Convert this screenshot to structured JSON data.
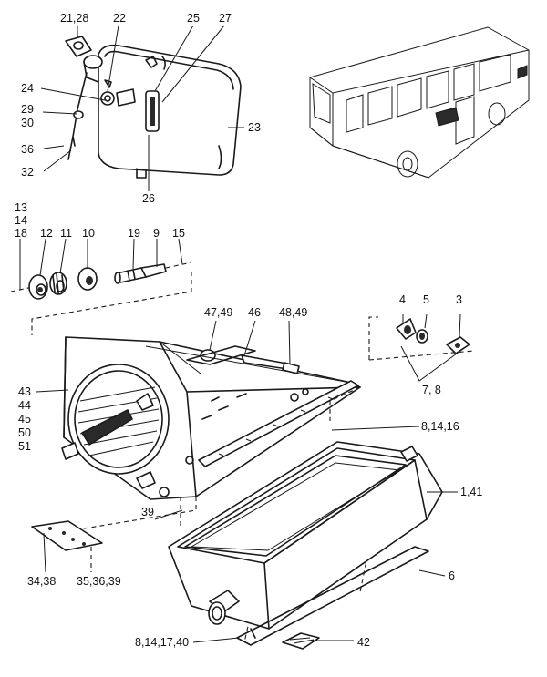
{
  "labels": {
    "l_21_28": "21,28",
    "l_22": "22",
    "l_25": "25",
    "l_27": "27",
    "l_24": "24",
    "l_29": "29",
    "l_30": "30",
    "l_23": "23",
    "l_36": "36",
    "l_32": "32",
    "l_26": "26",
    "l_13": "13",
    "l_14": "14",
    "l_18": "18",
    "l_12": "12",
    "l_11": "11",
    "l_10": "10",
    "l_19": "19",
    "l_9": "9",
    "l_15": "15",
    "l_47_49": "47,49",
    "l_46": "46",
    "l_48_49": "48,49",
    "l_4": "4",
    "l_5": "5",
    "l_3": "3",
    "l_7_8": "7, 8",
    "l_43": "43",
    "l_44": "44",
    "l_45": "45",
    "l_50": "50",
    "l_51": "51",
    "l_8_14_16": "8,14,16",
    "l_1_41": "1,41",
    "l_39": "39",
    "l_34_38": "34,38",
    "l_35_36_39": "35,36,39",
    "l_6": "6",
    "l_8_14_17_40": "8,14,17,40",
    "l_42": "42"
  }
}
